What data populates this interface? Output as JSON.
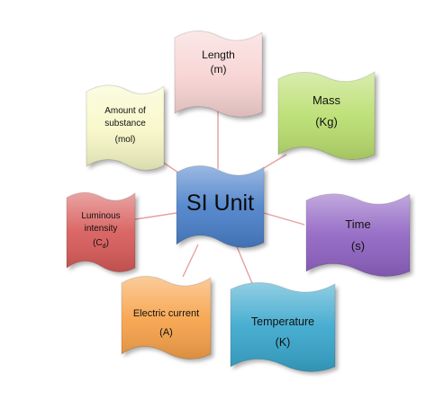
{
  "center": {
    "title": "SI Unit",
    "color": "#4a7fc9"
  },
  "nodes": [
    {
      "id": "length",
      "line1": "Length",
      "line2": "(m)",
      "color": "#f8d3d3"
    },
    {
      "id": "mass",
      "line1": "Mass",
      "line2": "(Kg)",
      "color": "#b9de6e"
    },
    {
      "id": "time",
      "line1": "Time",
      "line2": "(s)",
      "color": "#8f62c2"
    },
    {
      "id": "temperature",
      "line1": "Temperature",
      "line2": "(K)",
      "color": "#38a6cc"
    },
    {
      "id": "electric-current",
      "line1": "Electric current",
      "line2": "(A)",
      "color": "#f7a24a"
    },
    {
      "id": "luminous-intensity",
      "line1": "Luminous",
      "line2": "intensity",
      "line3_base": "(C",
      "line3_sub": "d",
      "line3_end": ")",
      "color": "#d75a59"
    },
    {
      "id": "amount-of-substance",
      "line1": "Amount of",
      "line2": "substance",
      "line3": "(mol)",
      "color": "#f8f8c8"
    }
  ],
  "connector_color": "#e6a0a0"
}
